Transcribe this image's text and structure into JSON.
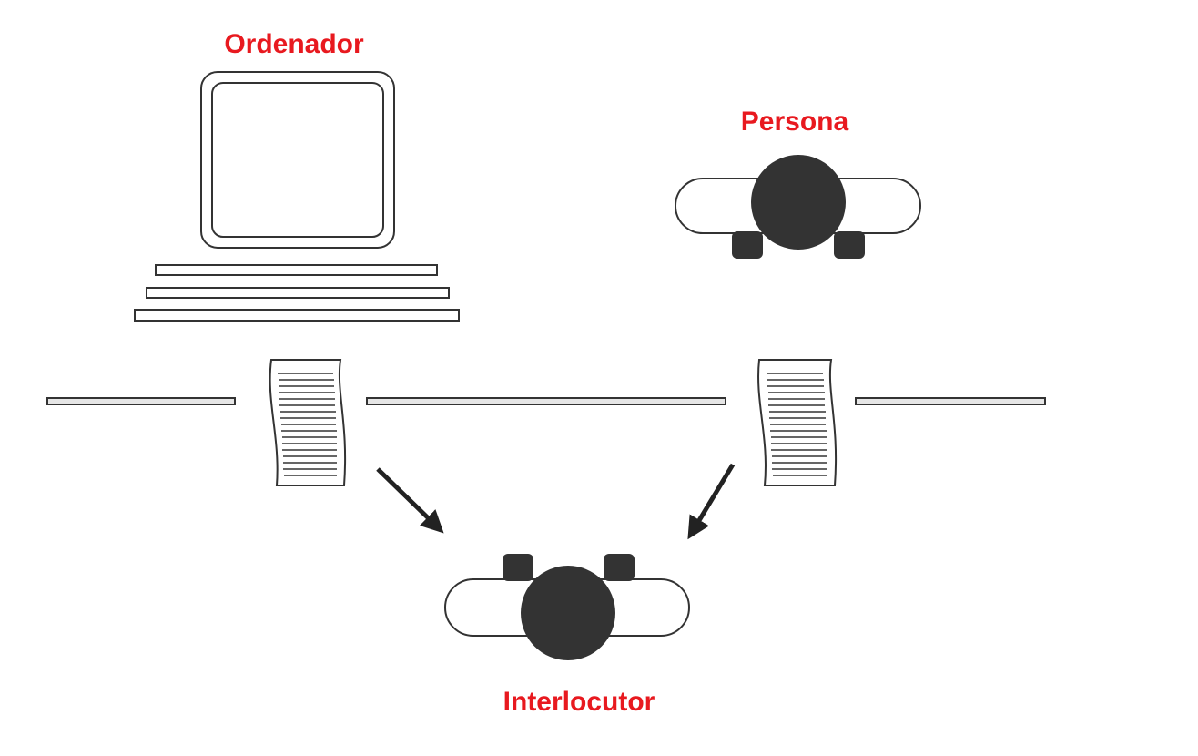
{
  "colors": {
    "label": "#e8191f",
    "ink": "#333333",
    "outline": "#222222",
    "paper": "#ffffff",
    "wall_fill": "#e6e6e6"
  },
  "labels": {
    "computer": "Ordenador",
    "person": "Persona",
    "interlocutor": "Interlocutor"
  },
  "icons": {
    "computer": "computer-icon",
    "person": "person-icon",
    "interlocutor": "person-icon",
    "paper_left": "paper-sheet-icon",
    "paper_right": "paper-sheet-icon",
    "arrow_left": "arrow-down-right-icon",
    "arrow_right": "arrow-down-left-icon"
  }
}
